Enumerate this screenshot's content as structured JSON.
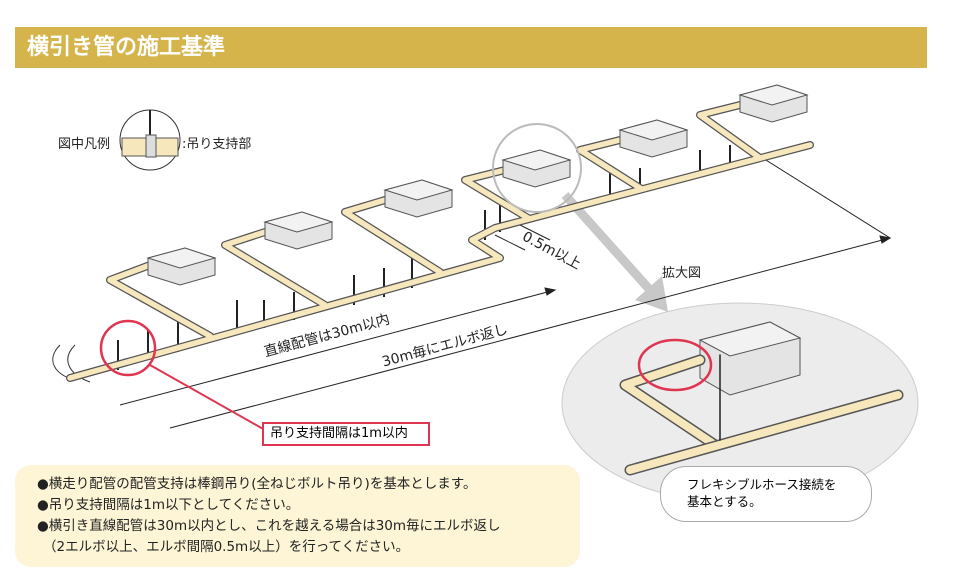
{
  "header": {
    "title": "横引き管の施工基準"
  },
  "legend": {
    "label": "図中凡例",
    "item": ":吊り支持部"
  },
  "labels": {
    "elbow_spacing": "0.5m以上",
    "straight_limit": "直線配管は30m以内",
    "elbow_return": "30m毎にエルボ返し",
    "zoom": "拡大図",
    "support_interval": "吊り支持間隔は1m以内"
  },
  "bubble": {
    "line1": "フレキシブルホース接続を",
    "line2": "基本とする。"
  },
  "notes": [
    "●横走り配管の配管支持は棒鋼吊り(全ねじボルト吊り)を基本とします。",
    "●吊り支持間隔は1m以下としてください。",
    "●横引き直線配管は30m以内とし、これを越える場合は30m毎にエルボ返し",
    "（2エルボ以上、エルボ間隔0.5m以上）を行ってください。"
  ],
  "colors": {
    "header": "#d5b54b",
    "pipe": "#f6e7bd",
    "highlight": "#e03551",
    "note_bg": "#fdf5d6"
  }
}
